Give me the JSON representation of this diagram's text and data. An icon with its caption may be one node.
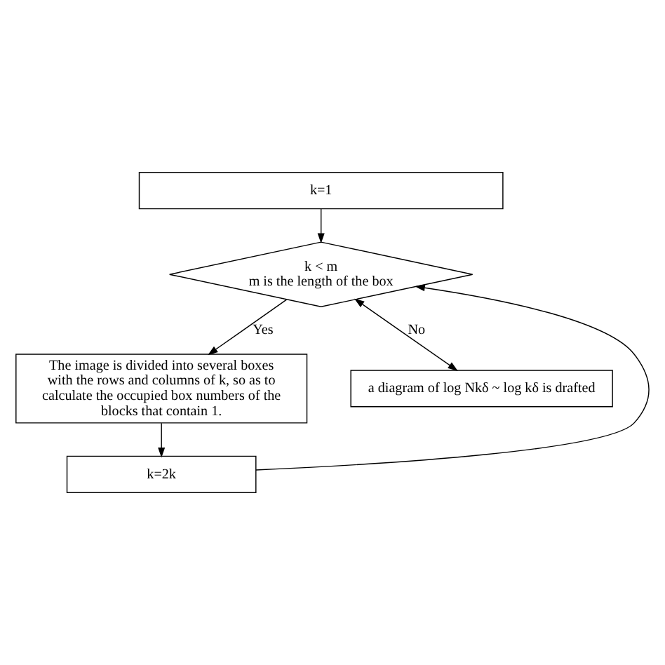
{
  "diagram": {
    "nodes": [
      {
        "text": [
          "k=1"
        ]
      },
      {
        "text": [
          "k < m",
          "m is the length of the box"
        ]
      },
      {
        "text": [
          "The image is divided into several boxes with the rows and columns of k, so as to calculate the occupied box numbers of the blocks that contain 1."
        ]
      },
      {
        "text": [
          "k=2k"
        ]
      },
      {
        "text": [
          "a diagram of log Nkδ ~ log kδ is drafted"
        ]
      }
    ],
    "edges": [
      {
        "from": 0,
        "to": 1,
        "arrow": "to"
      },
      {
        "from": 1,
        "to": 2,
        "arrow": "to",
        "label": "Yes"
      },
      {
        "from": 2,
        "to": 3,
        "arrow": "to"
      },
      {
        "from": 3,
        "to": 1,
        "arrow": "to"
      },
      {
        "from": 1,
        "to": 4,
        "arrow": "both",
        "label": "No"
      }
    ]
  }
}
